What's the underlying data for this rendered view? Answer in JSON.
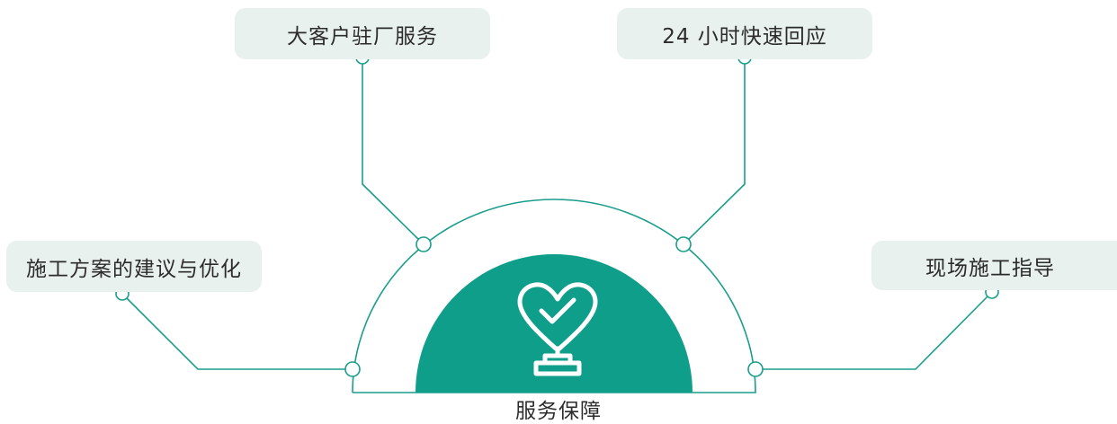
{
  "labels": {
    "top_left": "大客户驻厂服务",
    "top_right": "24 小时快速回应",
    "left": "施工方案的建议与优化",
    "right": "现场施工指导"
  },
  "center": {
    "label": "服务保障",
    "icon": "heart-trophy-icon"
  },
  "colors": {
    "accent": "#0f9e8a",
    "box_fill": "#e9f1ee",
    "line": "#1a9e8b",
    "text": "#2c2c2c"
  }
}
